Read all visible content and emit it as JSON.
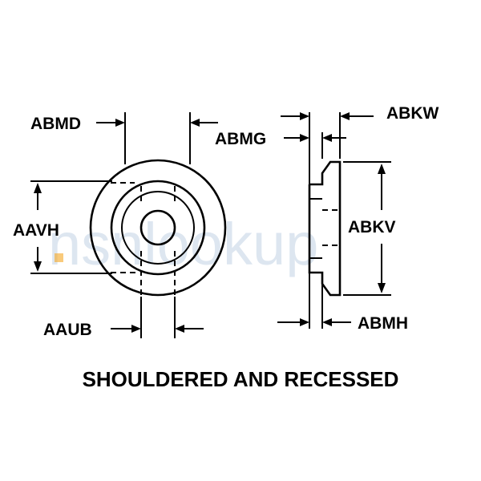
{
  "labels": {
    "abmd": "ABMD",
    "abmg": "ABMG",
    "abkw": "ABKW",
    "aavh": "AAVH",
    "abkv": "ABKV",
    "aaub": "AAUB",
    "abmh": "ABMH"
  },
  "caption": "SHOULDERED AND RECESSED",
  "watermark": {
    "text": "nsnlookup",
    "dot_color": "#f5a623"
  }
}
